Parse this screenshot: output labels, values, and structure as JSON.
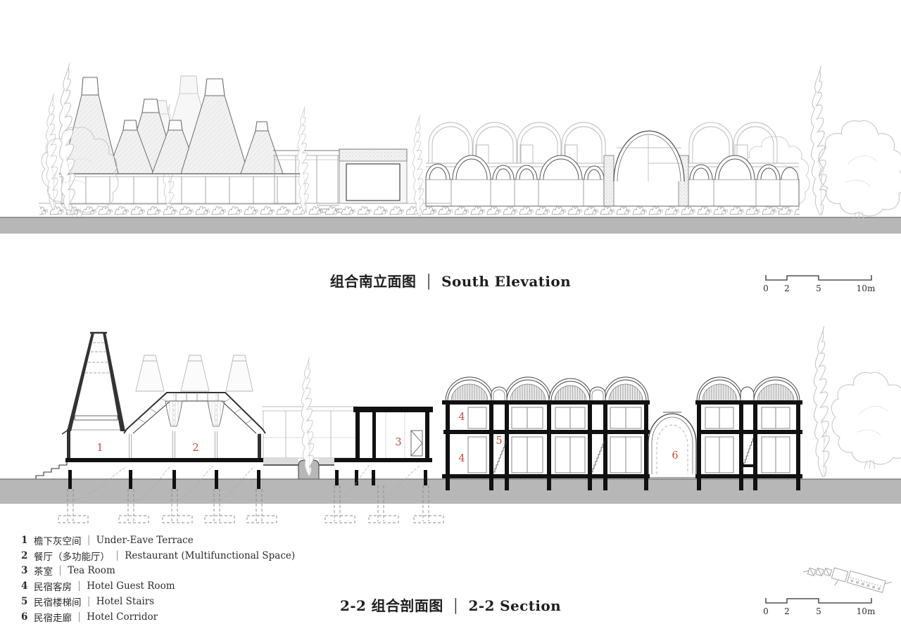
{
  "divider": "│",
  "elevation": {
    "title_zh": "组合南立面图",
    "title_en": "South Elevation"
  },
  "section": {
    "title_zh": "2-2 组合剖面图",
    "title_en": "2-2 Section",
    "label_color": "#bf4e3b",
    "labels": [
      "1",
      "2",
      "3",
      "4",
      "5",
      "6"
    ]
  },
  "legend": {
    "items": [
      {
        "num": "1",
        "zh": "檐下灰空间",
        "en": "Under-Eave Terrace"
      },
      {
        "num": "2",
        "zh": "餐厅（多功能厅）",
        "en": "Restaurant (Multifunctional Space)"
      },
      {
        "num": "3",
        "zh": "茶室",
        "en": "Tea Room"
      },
      {
        "num": "4",
        "zh": "民宿客房",
        "en": "Hotel Guest Room"
      },
      {
        "num": "5",
        "zh": "民宿楼梯间",
        "en": "Hotel Stairs"
      },
      {
        "num": "6",
        "zh": "民宿走廊",
        "en": "Hotel Corridor"
      }
    ]
  },
  "scale_bar": {
    "t0": "0",
    "t2": "2",
    "t5": "5",
    "t10": "10m"
  },
  "colors": {
    "ground_gray": "#b7b7b7",
    "line_dark": "#3c3c3c",
    "accent_red": "#bf4e3b"
  }
}
